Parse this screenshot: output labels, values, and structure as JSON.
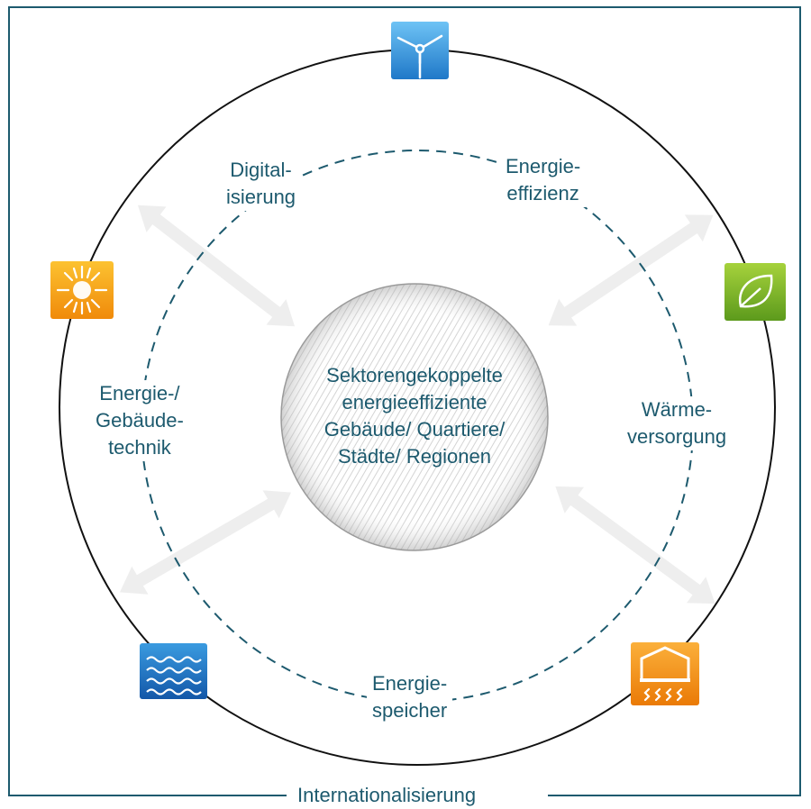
{
  "center": {
    "line1": "Sektorengekoppelte",
    "line2": "energieeffiziente",
    "line3": "Gebäude/ Quartiere/",
    "line4": "Städte/ Regionen"
  },
  "inner_topics": {
    "digital": {
      "line1": "Digital-",
      "line2": "isierung"
    },
    "efficiency": {
      "line1": "Energie-",
      "line2": "effizienz"
    },
    "building_tech": {
      "line1": "Energie-/",
      "line2": "Gebäude-",
      "line3": "technik"
    },
    "heat": {
      "line1": "Wärme-",
      "line2": "versorgung"
    },
    "storage": {
      "line1": "Energie-",
      "line2": "speicher"
    }
  },
  "outer_frame_label": "Internationalisierung",
  "icons": [
    {
      "name": "wind-turbine-icon",
      "color": "#2e8fd6"
    },
    {
      "name": "sun-icon",
      "color": "#f39a10"
    },
    {
      "name": "leaf-icon",
      "color": "#7ab52a"
    },
    {
      "name": "water-waves-icon",
      "color": "#1f6fc0"
    },
    {
      "name": "heating-house-icon",
      "color": "#f08a12"
    }
  ],
  "colors": {
    "text": "#1d5a6e",
    "frame": "#1d5a6e",
    "circle": "#111111"
  }
}
